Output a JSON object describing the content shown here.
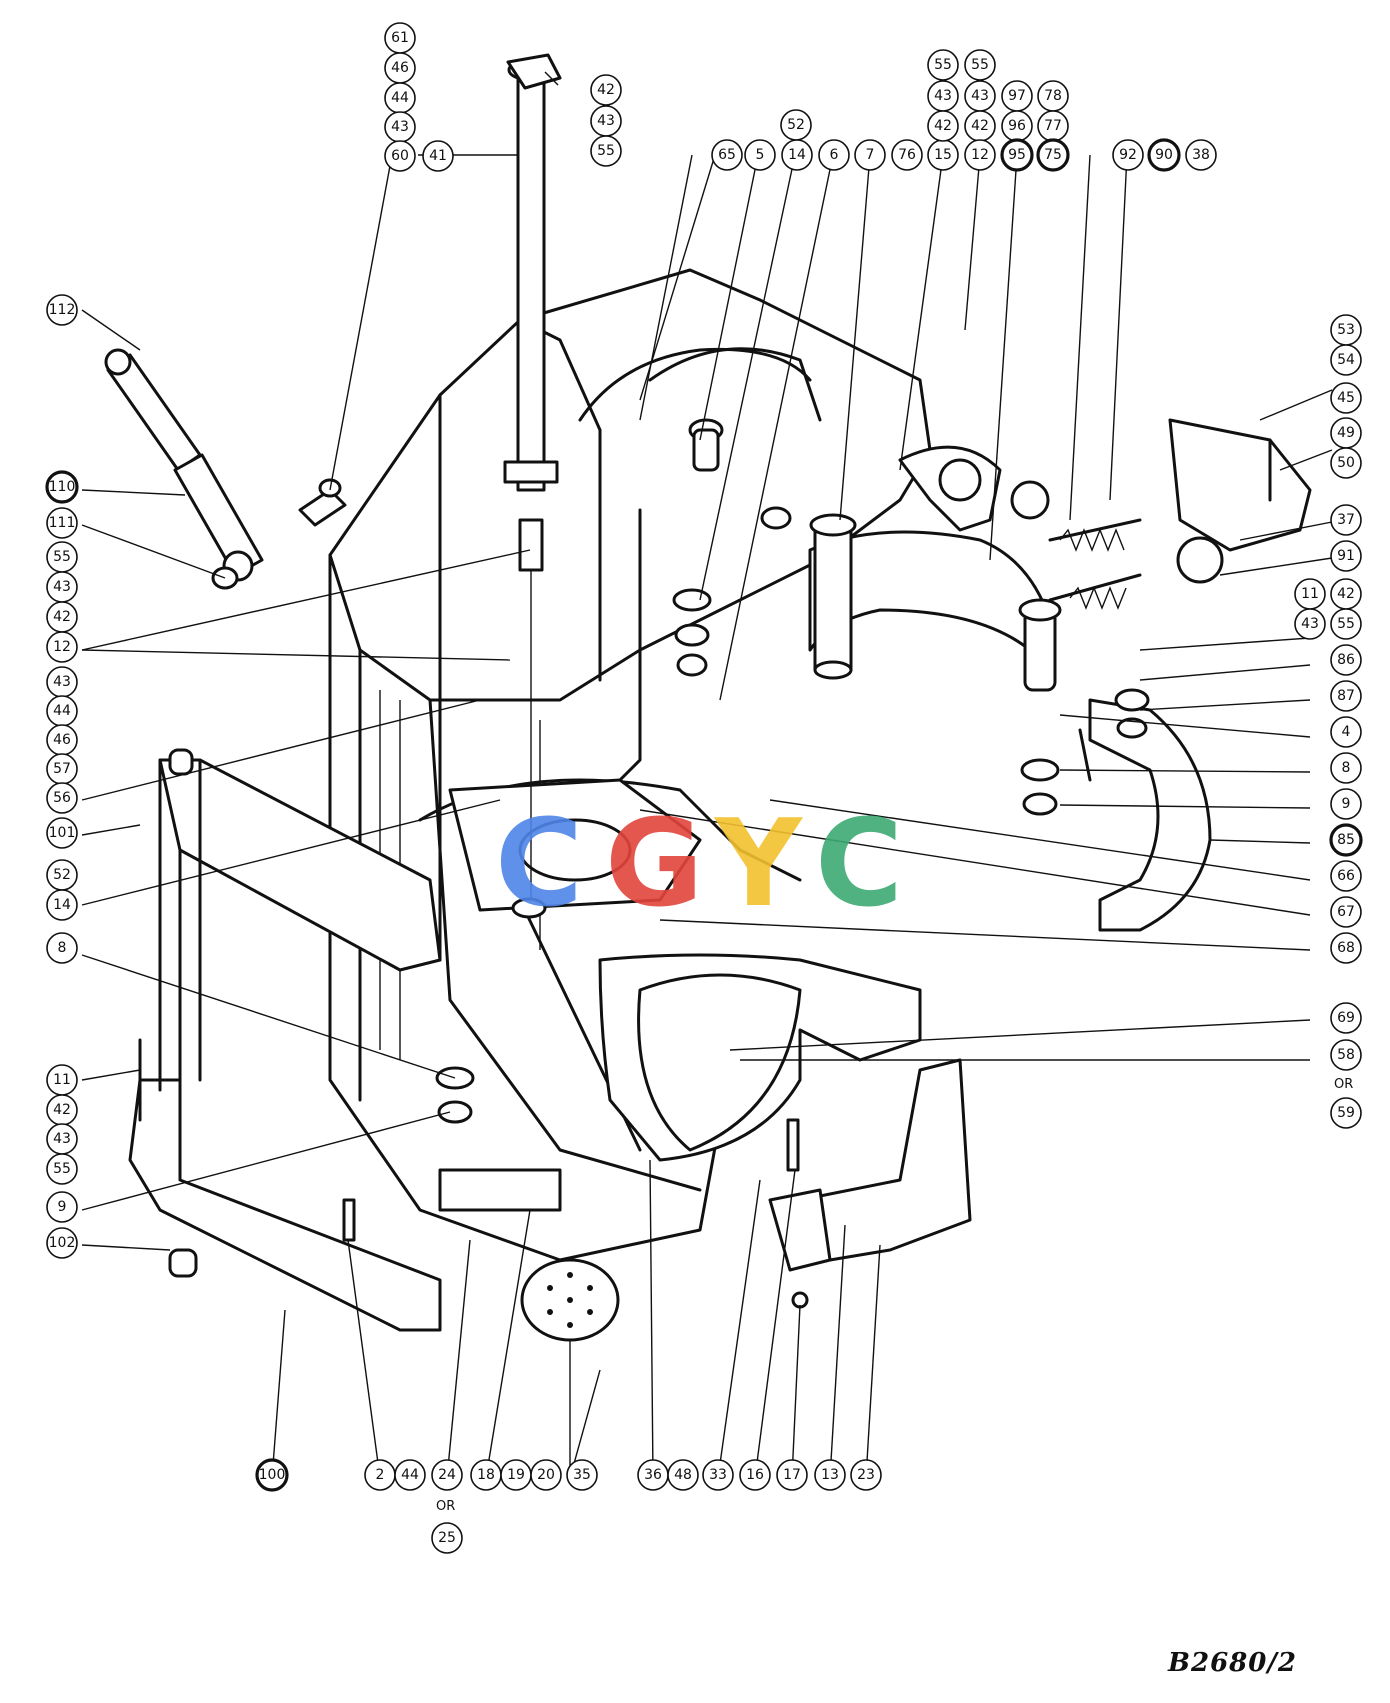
{
  "drawing_code": "B2680/2",
  "or_label": "OR",
  "watermark": {
    "letters": [
      "C",
      "G",
      "Y",
      "C"
    ],
    "colors": [
      "#4f86e8",
      "#e2453c",
      "#f2c12e",
      "#3caa73"
    ]
  },
  "callouts": {
    "c61": "61",
    "c46a": "46",
    "c44a": "44",
    "c43a": "43",
    "c60": "60",
    "c41": "41",
    "c42a": "42",
    "c43b": "43",
    "c55a": "55",
    "c52a": "52",
    "c65": "65",
    "c5": "5",
    "c14a": "14",
    "c6": "6",
    "c7": "7",
    "c76": "76",
    "c15": "15",
    "c55b": "55",
    "c43c": "43",
    "c42b": "42",
    "c55c": "55",
    "c43d": "43",
    "c42c": "42",
    "c12a": "12",
    "c97": "97",
    "c96": "96",
    "c95": "95",
    "c78": "78",
    "c77": "77",
    "c75": "75",
    "c92": "92",
    "c90": "90",
    "c38": "38",
    "c53": "53",
    "c54": "54",
    "c45": "45",
    "c49": "49",
    "c50": "50",
    "c37": "37",
    "c91": "91",
    "c11a": "11",
    "c42d": "42",
    "c43e": "43",
    "c55d": "55",
    "c86": "86",
    "c87": "87",
    "c4": "4",
    "c8a": "8",
    "c9a": "9",
    "c85": "85",
    "c66": "66",
    "c67": "67",
    "c68": "68",
    "c69": "69",
    "c58": "58",
    "c59": "59",
    "c112": "112",
    "c110": "110",
    "c111": "111",
    "c55e": "55",
    "c43f": "43",
    "c42e": "42",
    "c12b": "12",
    "c43g": "43",
    "c44b": "44",
    "c46b": "46",
    "c57": "57",
    "c56": "56",
    "c101": "101",
    "c52b": "52",
    "c14b": "14",
    "c8b": "8",
    "c11b": "11",
    "c42f": "42",
    "c43h": "43",
    "c55f": "55",
    "c9b": "9",
    "c102": "102",
    "c100": "100",
    "c2": "2",
    "c44c": "44",
    "c24": "24",
    "c25": "25",
    "c18": "18",
    "c19": "19",
    "c20": "20",
    "c35": "35",
    "c36": "36",
    "c48": "48",
    "c33": "33",
    "c16": "16",
    "c17": "17",
    "c13": "13",
    "c23": "23"
  }
}
